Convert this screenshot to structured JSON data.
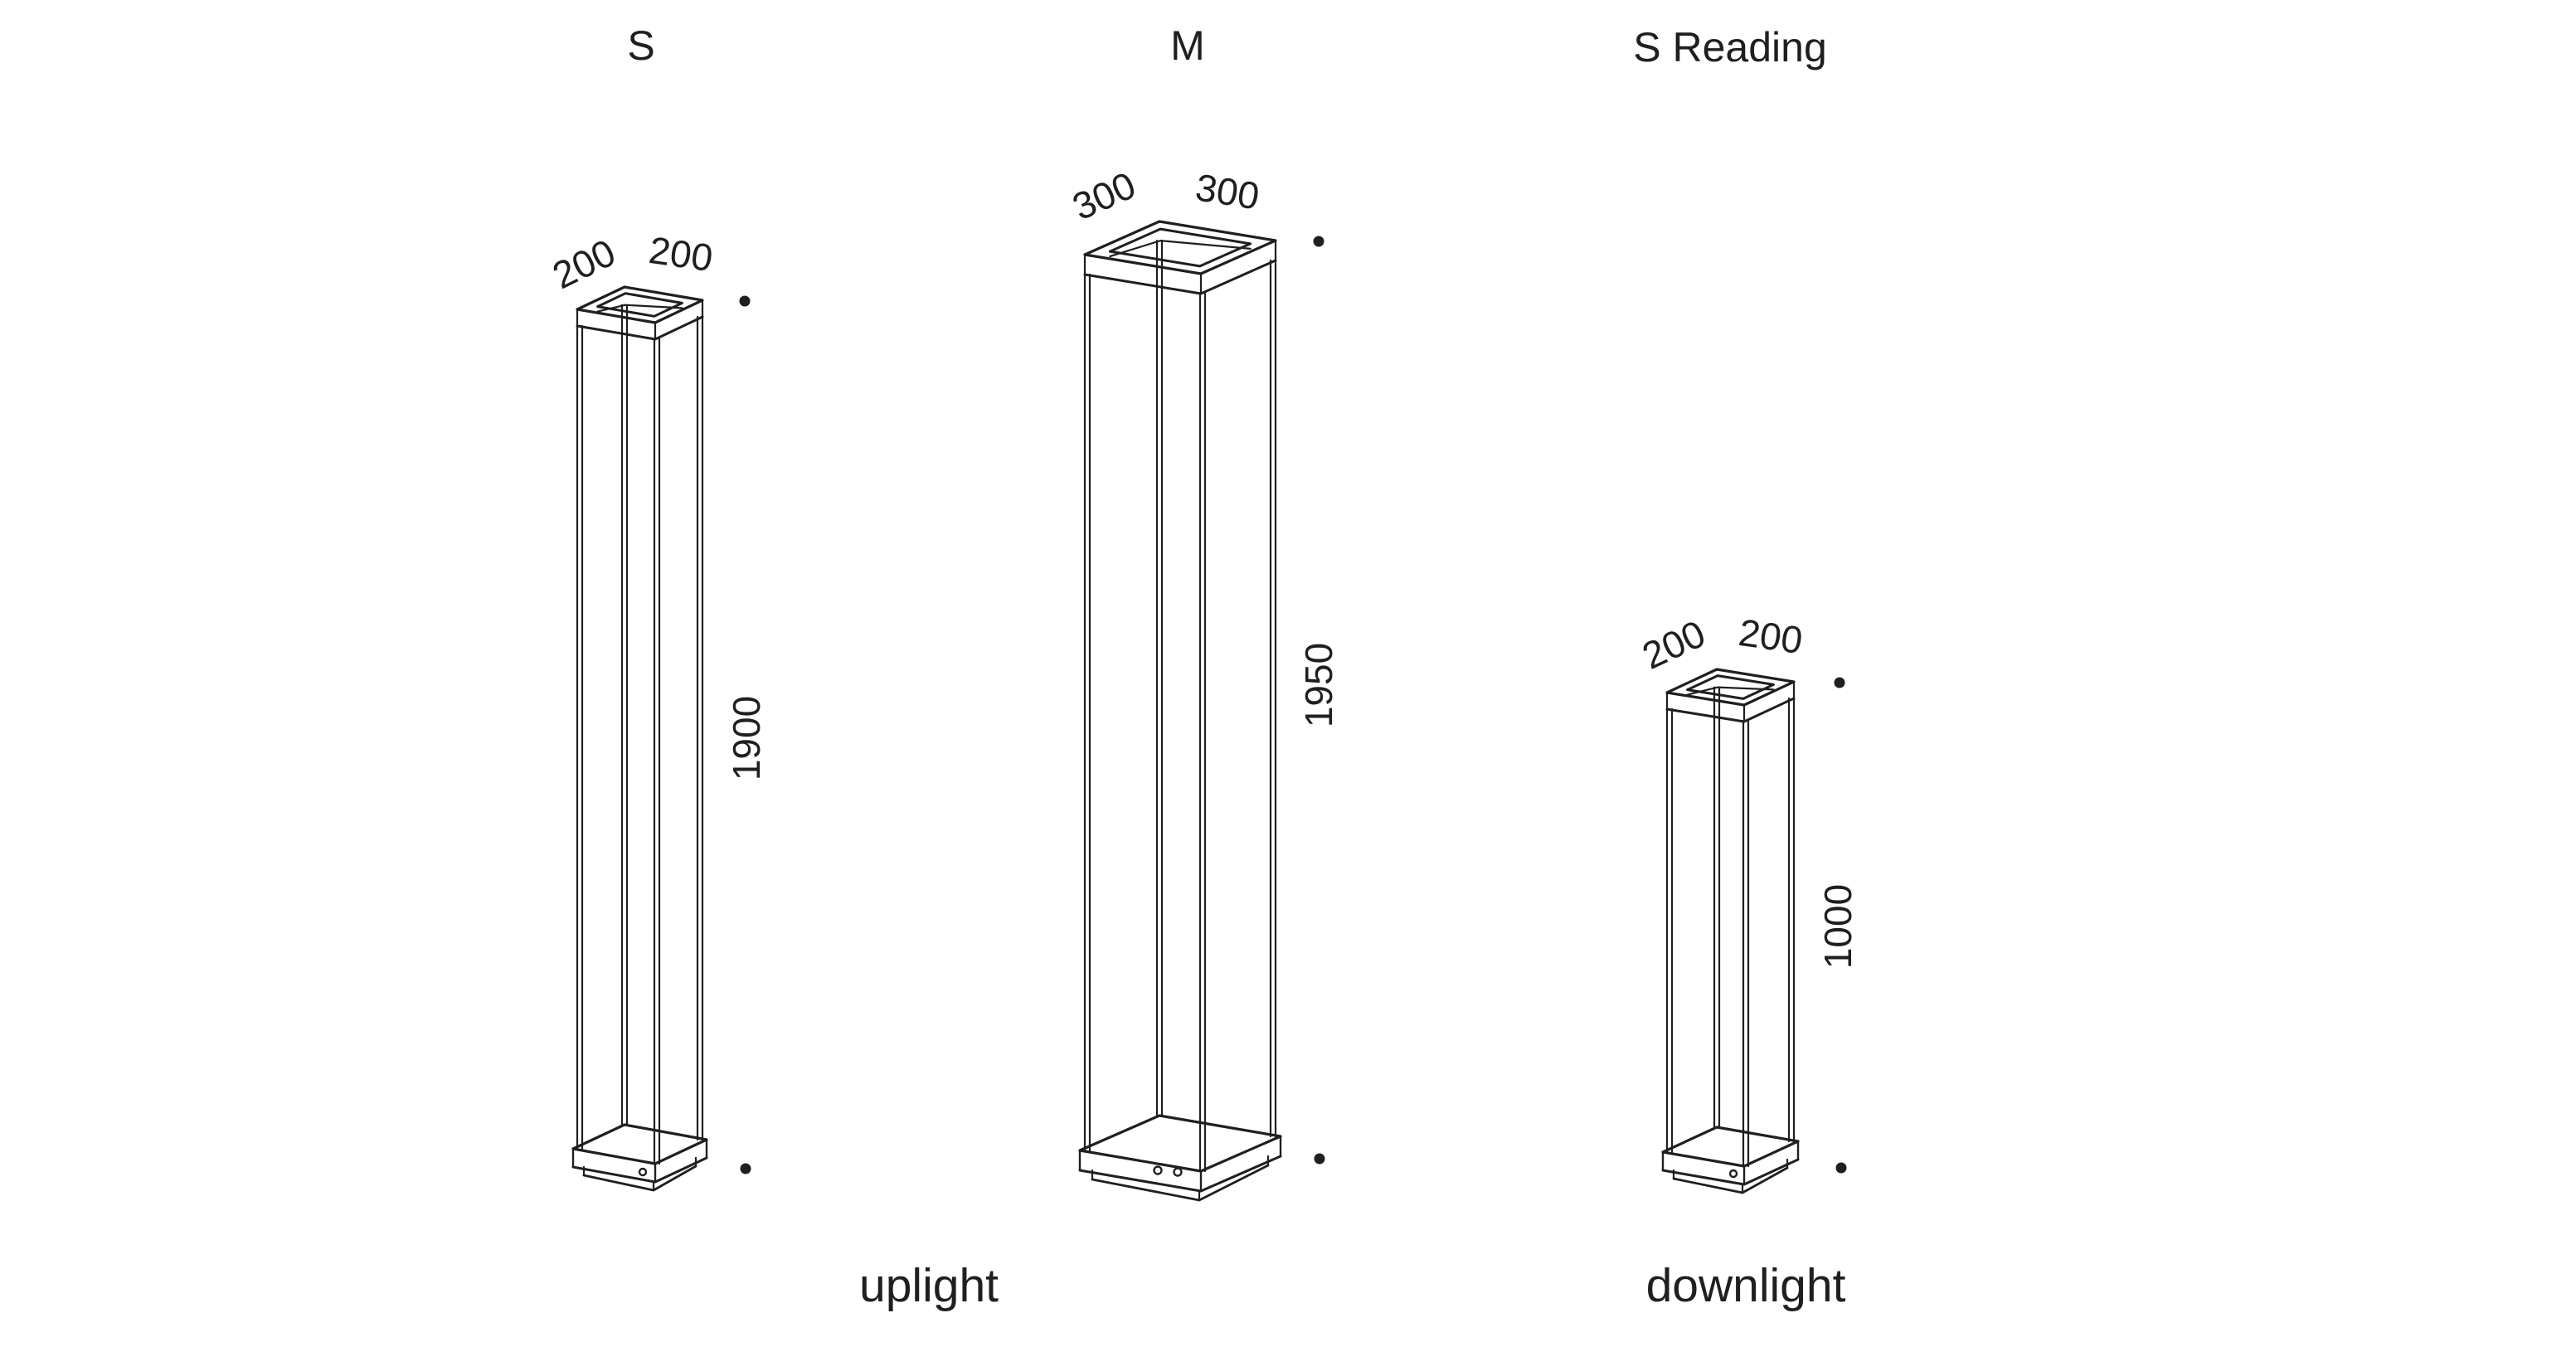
{
  "theme": {
    "background": "#ffffff",
    "ink": "#1f1f1f"
  },
  "variants": [
    {
      "title": "S",
      "width_label": "200",
      "depth_label": "200",
      "height_label": "1900"
    },
    {
      "title": "M",
      "width_label": "300",
      "depth_label": "300",
      "height_label": "1950"
    },
    {
      "title": "S Reading",
      "width_label": "200",
      "depth_label": "200",
      "height_label": "1000"
    }
  ],
  "captions": {
    "uplight": "uplight",
    "downlight": "downlight"
  }
}
